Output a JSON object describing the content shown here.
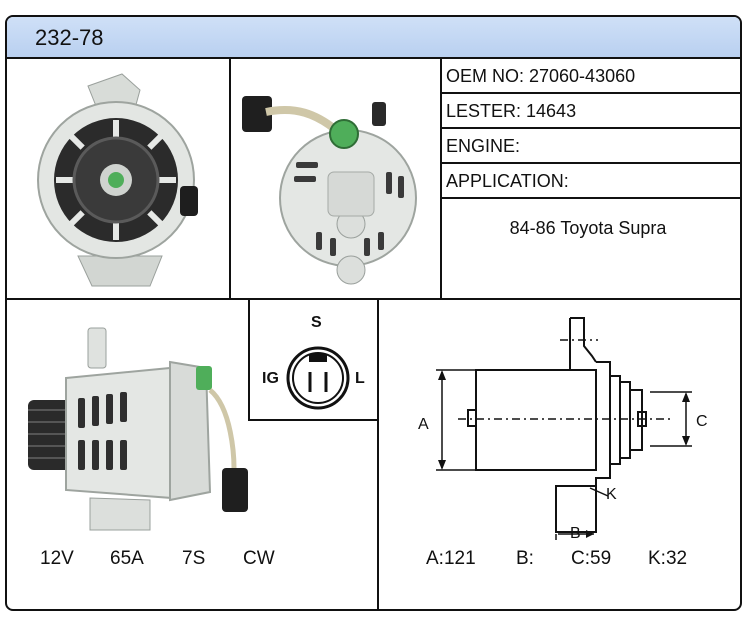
{
  "header": {
    "title": "232-78"
  },
  "specs": {
    "oem": "OEM NO: 27060-43060",
    "lester": "LESTER: 14643",
    "engine": "ENGINE:",
    "application": "APPLICATION:"
  },
  "application_value": "84-86 Toyota Supra",
  "electrical": {
    "voltage": "12V",
    "amperage": "65A",
    "pulley": "7S",
    "rotation": "CW"
  },
  "connector": {
    "top": "S",
    "left": "IG",
    "right": "L"
  },
  "dimensions": {
    "labels": {
      "a": "A",
      "b": "B",
      "c": "C",
      "k": "K"
    },
    "values": {
      "a": "A:121",
      "b": "B:",
      "c": "C:59",
      "k": "K:32"
    }
  },
  "colors": {
    "header_bg": "#c4d8f4",
    "line": "#111111",
    "housing": "#dfe3e0",
    "connector_green": "#4fae5a"
  }
}
